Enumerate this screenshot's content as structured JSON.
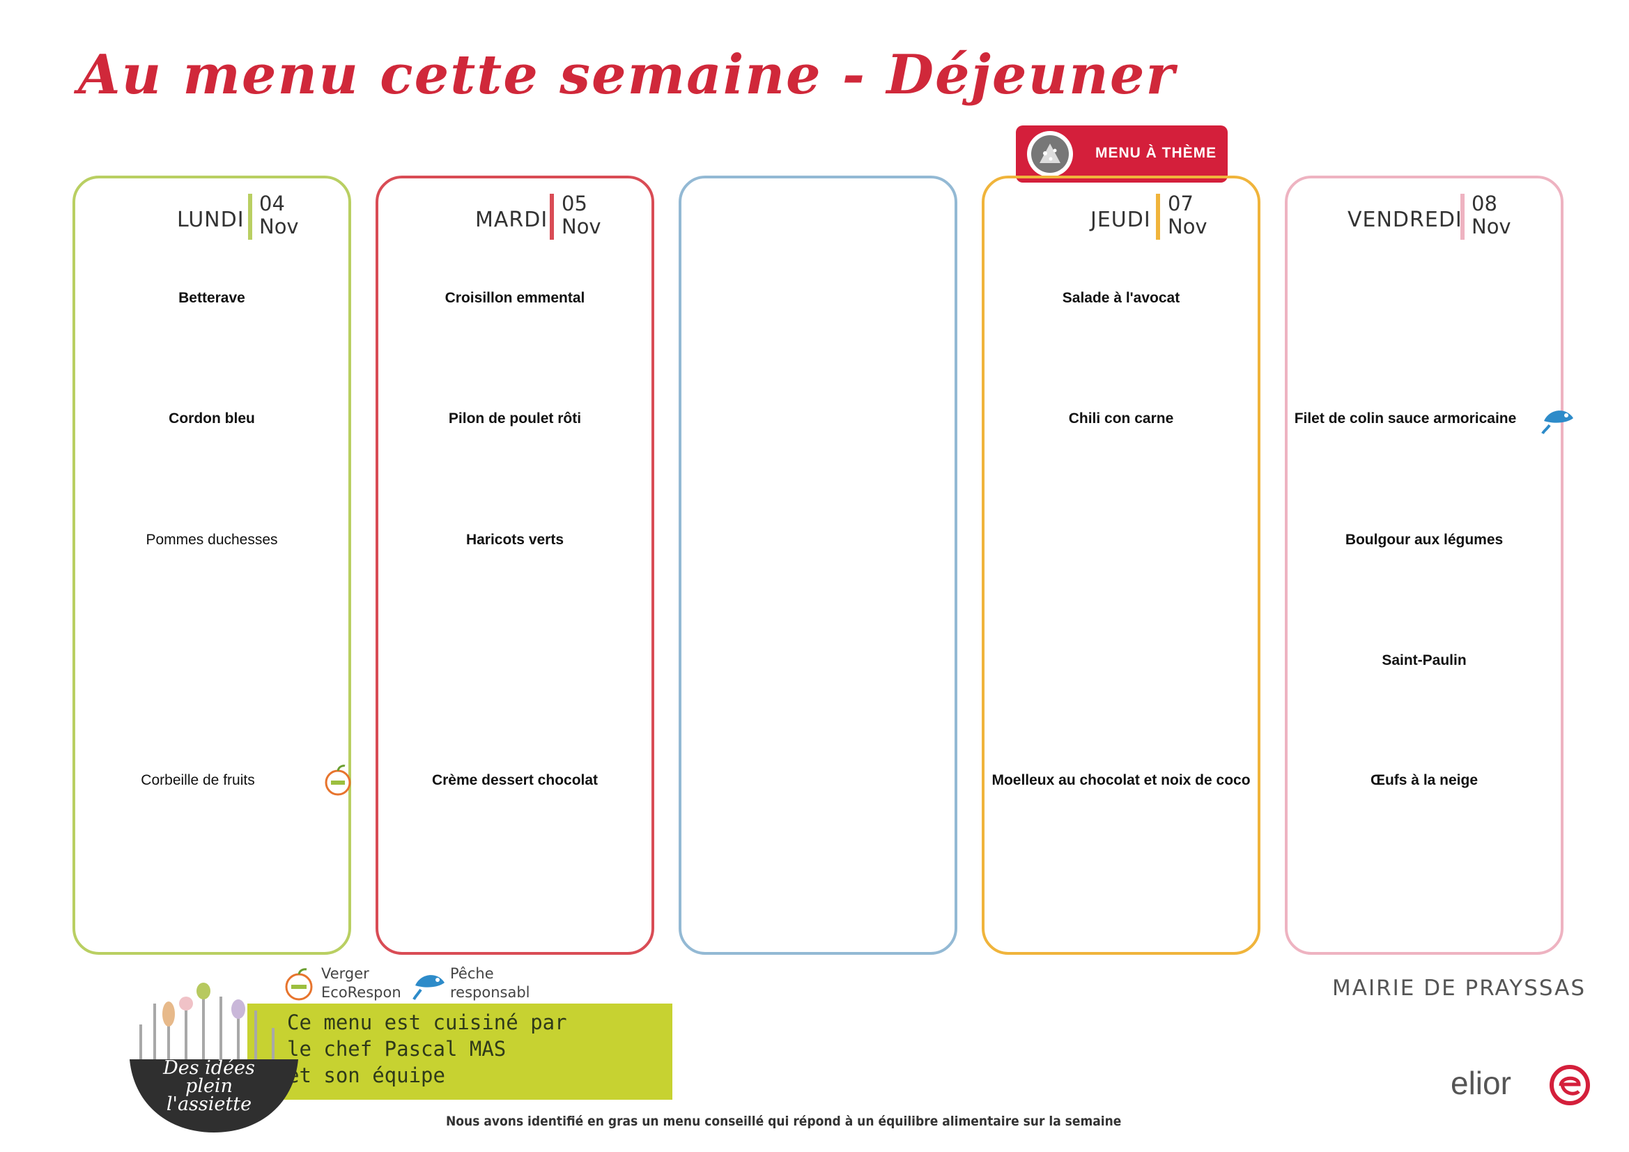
{
  "title": "Au menu cette semaine - Déjeuner",
  "badge": {
    "label": "MENU À THÈME"
  },
  "days": [
    {
      "name": "LUNDI",
      "num": "04",
      "month": "Nov",
      "color": "#b9cf62",
      "dishes": [
        "Betterave",
        "Cordon bleu",
        "Pommes duchesses",
        "Corbeille de fruits"
      ]
    },
    {
      "name": "MARDI",
      "num": "05",
      "month": "Nov",
      "color": "#d94c55",
      "dishes": [
        "Croisillon emmental",
        "Pilon de poulet rôti",
        "Haricots verts",
        "Crème dessert chocolat"
      ]
    },
    {
      "name": "",
      "num": "",
      "month": "",
      "color": "#93b9d4",
      "dishes": []
    },
    {
      "name": "JEUDI",
      "num": "07",
      "month": "Nov",
      "color": "#f0b43b",
      "dishes": [
        "Salade à l'avocat",
        "Chili con carne",
        "Moelleux au chocolat et noix de coco"
      ]
    },
    {
      "name": "VENDREDI",
      "num": "08",
      "month": "Nov",
      "color": "#eeb3c1",
      "dishes": [
        "Filet de colin sauce armoricaine",
        "Boulgour aux légumes",
        "Saint-Paulin",
        "Œufs à la neige"
      ]
    }
  ],
  "legend": {
    "verger": [
      "Verger",
      "EcoRespon"
    ],
    "peche": [
      "Pêche",
      "responsabl"
    ]
  },
  "chef_lines": [
    "Ce menu est cuisiné par",
    "le chef Pascal MAS",
    "et son équipe"
  ],
  "logo_text": [
    "Des idées plein",
    "l'assiette"
  ],
  "mairie": "MAIRIE DE PRAYSSAS",
  "brand": "elior",
  "footer": "Nous avons identifié en gras un menu conseillé qui répond à un équilibre alimentaire sur la semaine",
  "icons": {
    "verger": "apple-icon",
    "peche": "fish-icon",
    "theme": "theme-badge-icon",
    "brand": "elior-e-icon"
  }
}
